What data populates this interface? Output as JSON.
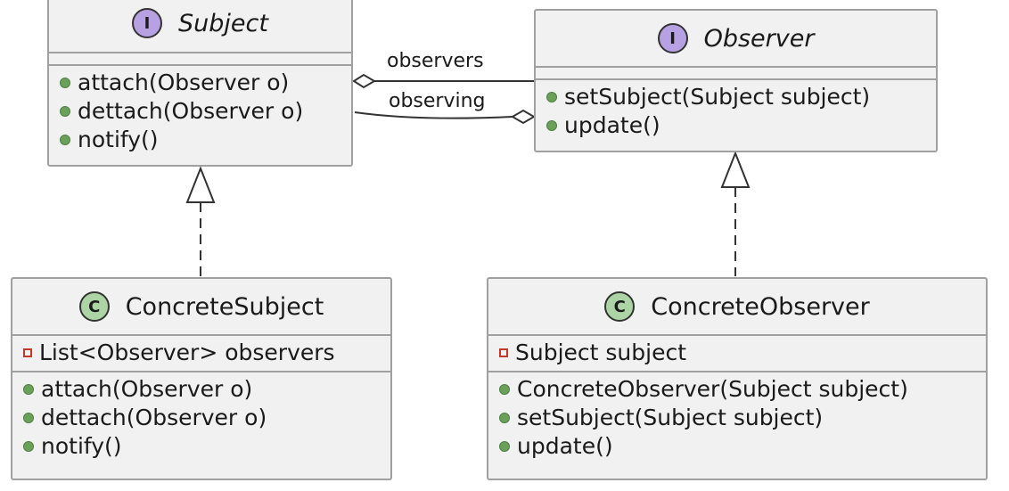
{
  "subject": {
    "stereotype": "I",
    "name": "Subject",
    "fields": [],
    "methods": [
      "attach(Observer o)",
      "dettach(Observer o)",
      "notify()"
    ]
  },
  "observer": {
    "stereotype": "I",
    "name": "Observer",
    "fields": [],
    "methods": [
      "setSubject(Subject subject)",
      "update()"
    ]
  },
  "concrete_subject": {
    "stereotype": "C",
    "name": "ConcreteSubject",
    "fields": [
      "List<Observer> observers"
    ],
    "methods": [
      "attach(Observer o)",
      "dettach(Observer o)",
      "notify()"
    ]
  },
  "concrete_observer": {
    "stereotype": "C",
    "name": "ConcreteObserver",
    "fields": [
      "Subject subject"
    ],
    "methods": [
      "ConcreteObserver(Subject subject)",
      "setSubject(Subject subject)",
      "update()"
    ]
  },
  "relations": {
    "observers_label": "observers",
    "observing_label": "observing"
  },
  "colors": {
    "interface_badge": "#b7a1e3",
    "class_badge": "#acd4a4",
    "box_fill": "#f1f1f1",
    "box_border": "#a0a0a0",
    "public_marker": "#6aa05a",
    "private_marker": "#c0392b"
  }
}
